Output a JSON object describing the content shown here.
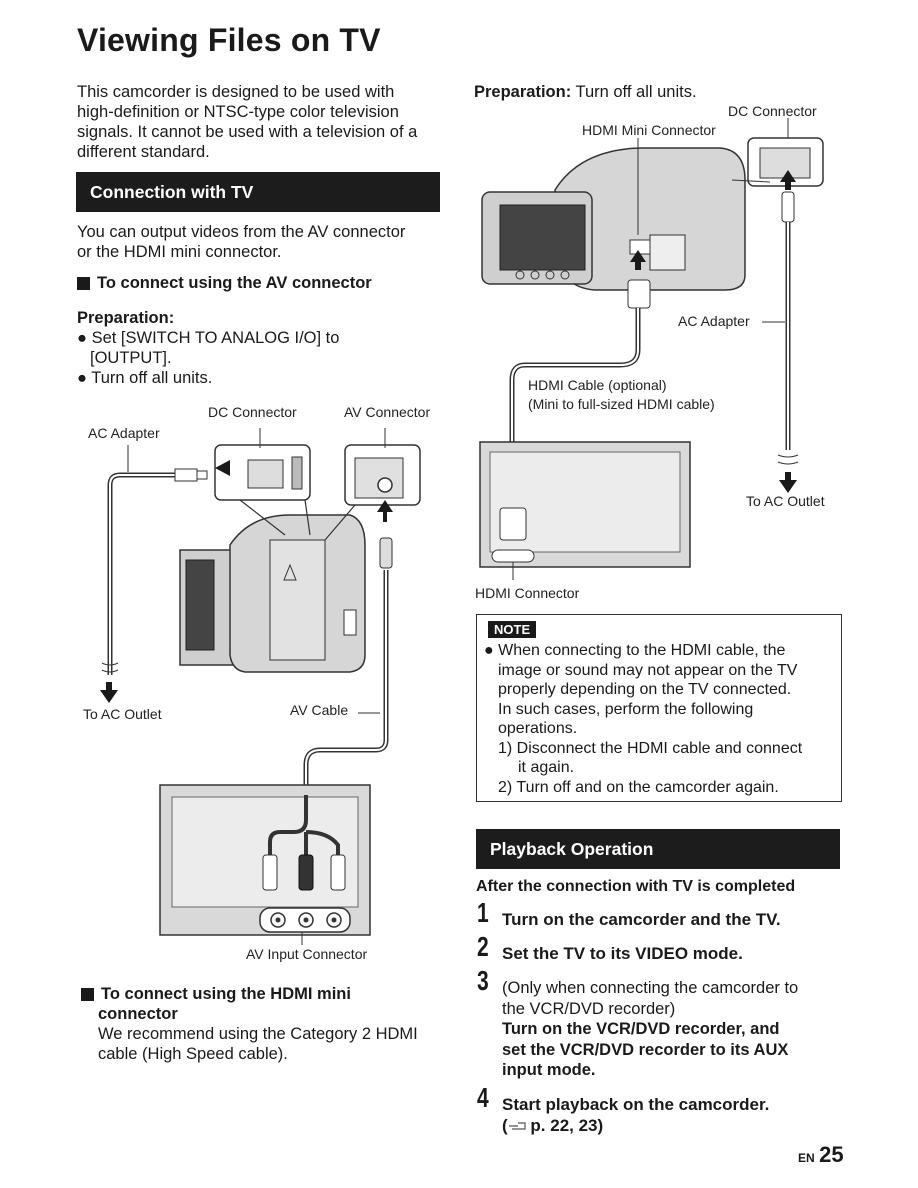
{
  "title": "Viewing Files on TV",
  "intro": [
    "This camcorder is designed to be used with",
    "high-definition or NTSC-type color television",
    "signals. It cannot be used with a television of a",
    "different standard."
  ],
  "connection_bar": "Connection with TV",
  "connection_text": [
    "You can output videos from the AV connector",
    "or the HDMI mini connector."
  ],
  "av_section": {
    "heading": "To connect using the AV connector",
    "prep_label": "Preparation:",
    "prep_items": [
      "Set [SWITCH TO ANALOG I/O] to",
      "[OUTPUT].",
      "Turn off all units."
    ],
    "labels": {
      "dc_connector": "DC Connector",
      "av_connector": "AV Connector",
      "ac_adapter": "AC Adapter",
      "to_ac_outlet": "To AC Outlet",
      "av_cable": "AV Cable",
      "av_input": "AV Input Connector"
    }
  },
  "hdmi_section": {
    "heading_line1": "To connect using the HDMI mini",
    "heading_line2": "connector",
    "text": [
      "We recommend using the Category 2 HDMI",
      "cable (High Speed cable)."
    ]
  },
  "right_prep": {
    "label": "Preparation:",
    "text": "Turn off all units.",
    "labels": {
      "dc_connector": "DC Connector",
      "hdmi_mini": "HDMI Mini Connector",
      "ac_adapter": "AC Adapter",
      "hdmi_cable1": "HDMI Cable (optional)",
      "hdmi_cable2": "(Mini to full-sized HDMI cable)",
      "to_ac_outlet": "To AC Outlet",
      "hdmi_connector": "HDMI Connector"
    }
  },
  "note": {
    "tag": "NOTE",
    "lines": [
      "When connecting to the HDMI cable, the",
      "image or sound may not appear on the TV",
      "properly depending on the TV connected.",
      "In such cases, perform the following",
      "operations."
    ],
    "step1a": "1) Disconnect the HDMI cable and connect",
    "step1b": "it again.",
    "step2": "2) Turn off and on the camcorder again."
  },
  "playback": {
    "bar": "Playback Operation",
    "subtitle": "After the connection with TV is completed",
    "steps": [
      {
        "num": "1",
        "text": "Turn on the camcorder and the TV."
      },
      {
        "num": "2",
        "text": "Set the TV to its VIDEO mode."
      },
      {
        "num": "3",
        "line1": "(Only when connecting the camcorder to",
        "line2": "the VCR/DVD recorder)",
        "bold1": "Turn on the VCR/DVD recorder, and",
        "bold2": "set the VCR/DVD recorder to its AUX",
        "bold3": "input mode."
      },
      {
        "num": "4",
        "text": "Start playback on the camcorder.",
        "ref": "p. 22, 23)"
      }
    ]
  },
  "footer": {
    "lang": "EN",
    "page": "25"
  }
}
